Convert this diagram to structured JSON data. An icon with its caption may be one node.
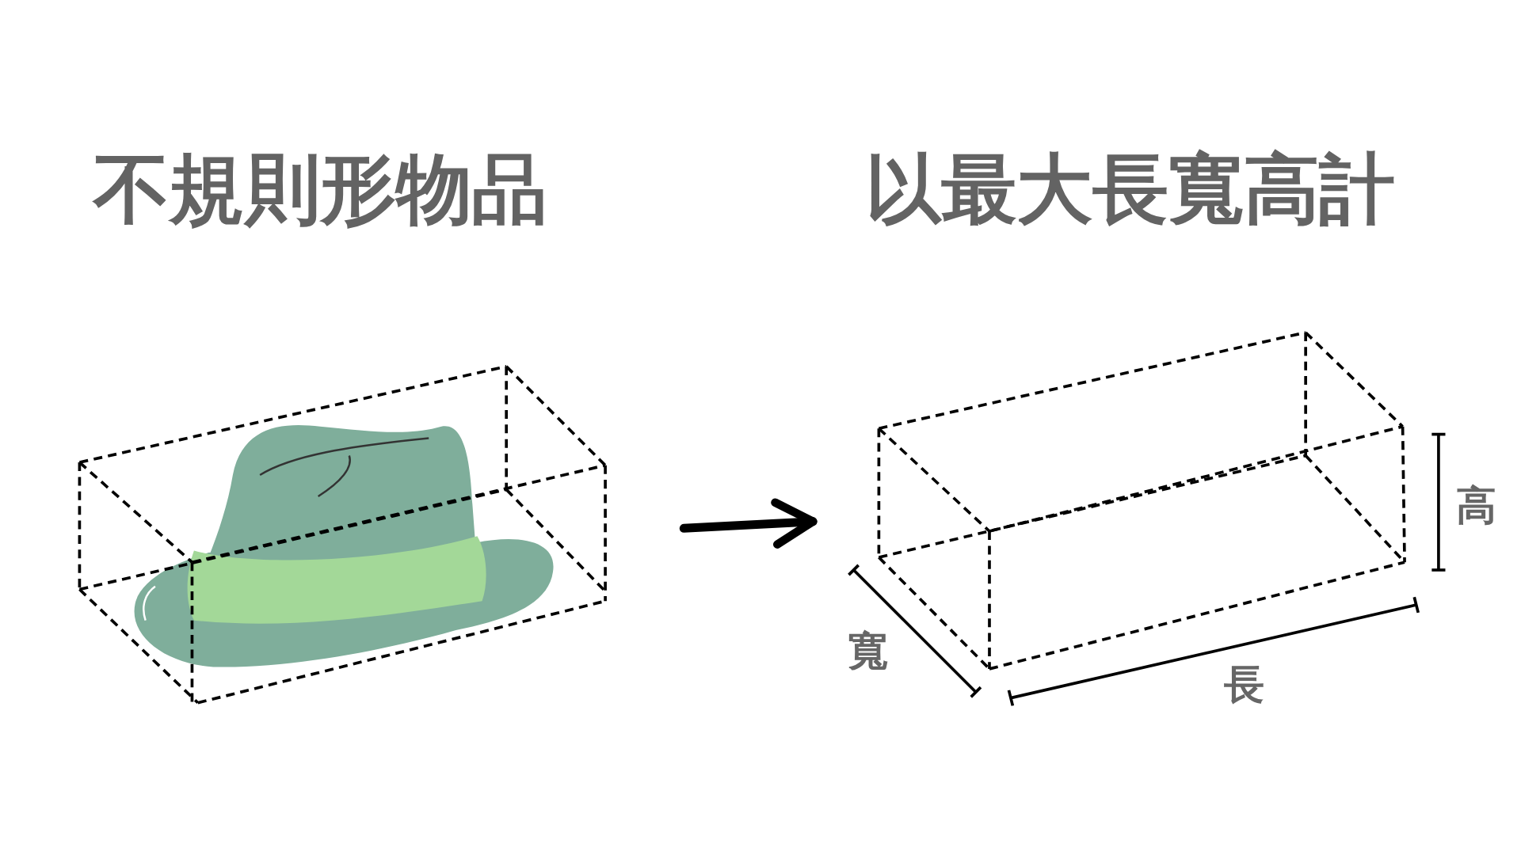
{
  "diagram": {
    "nodes": [
      {
        "text": [
          "不規則形物品"
        ]
      },
      {
        "text": [
          "以最大長寬高計"
        ]
      }
    ],
    "edges": [
      {
        "from": 0,
        "to": 1,
        "arrow": "to"
      }
    ],
    "labels": [
      "高",
      "寬",
      "長"
    ]
  }
}
